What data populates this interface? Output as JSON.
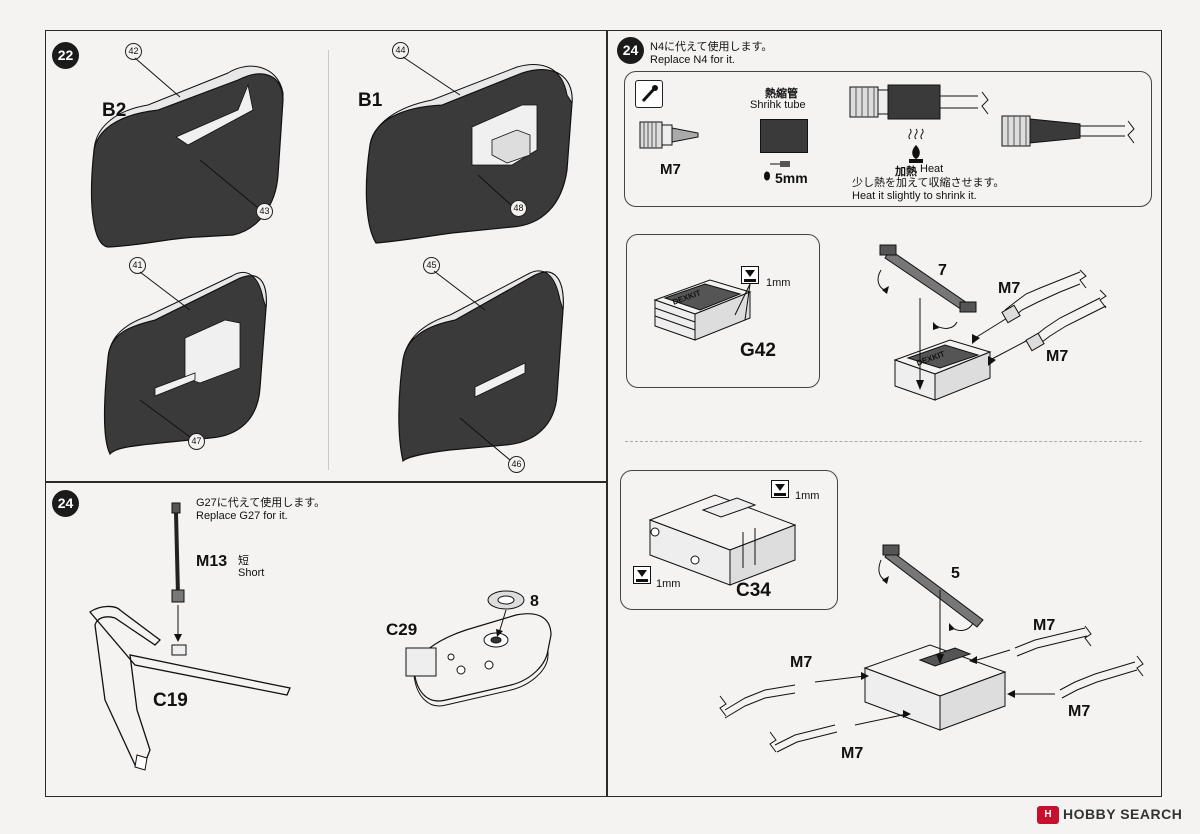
{
  "step22": {
    "number": "22",
    "parts": {
      "b2": "B2",
      "b1": "B1",
      "n42": "42",
      "n43": "43",
      "n44": "44",
      "n48": "48",
      "n41": "41",
      "n47": "47",
      "n45": "45",
      "n46": "46"
    }
  },
  "step24_bottom": {
    "number": "24",
    "note_jp": "G27に代えて使用します。",
    "note_en": "Replace G27 for it.",
    "m13": "M13",
    "short_jp": "短",
    "short_en": "Short",
    "c19": "C19",
    "c29": "C29",
    "n8": "8"
  },
  "step24_right": {
    "number": "24",
    "note_jp": "N4に代えて使用します。",
    "note_en": "Replace N4 for it.",
    "m7": "M7",
    "tube_jp": "熱縮管",
    "tube_en": "Shrihk tube",
    "tube_len": "5mm",
    "heat_jp": "加熱",
    "heat_en": "Heat",
    "shrink_jp": "少し熱を加えて収縮させます。",
    "shrink_en": "Heat it slightly to shrink it.",
    "g42": "G42",
    "mm1_a": "1mm",
    "n7": "7",
    "m7_a": "M7",
    "m7_b": "M7",
    "c34": "C34",
    "mm1_b": "1mm",
    "mm1_c": "1mm",
    "n5": "5",
    "m7_c": "M7",
    "m7_d": "M7",
    "m7_e": "M7",
    "m7_f": "M7",
    "decal": "DEXKIT"
  },
  "watermark": "HOBBY SEARCH"
}
